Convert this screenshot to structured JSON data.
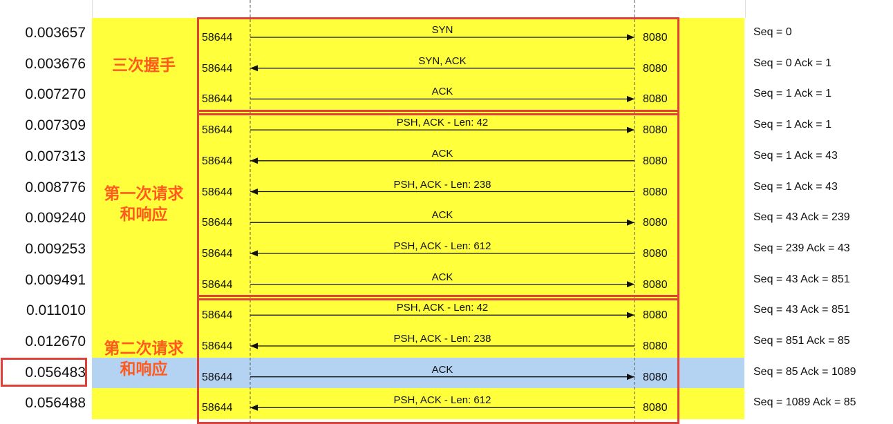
{
  "groups": [
    {
      "label_line1": "三次握手",
      "label_line2": "",
      "first_row": 0,
      "last_row": 2
    },
    {
      "label_line1": "第一次请求",
      "label_line2": "和响应",
      "first_row": 3,
      "last_row": 8
    },
    {
      "label_line1": "第二次请求",
      "label_line2": "和响应",
      "first_row": 9,
      "last_row": 12
    }
  ],
  "selected_row": 11,
  "rows": [
    {
      "time": "0.003657",
      "src_port": "58644",
      "dst_port": "8080",
      "label": "SYN",
      "direction": "right",
      "seq": "Seq = 0"
    },
    {
      "time": "0.003676",
      "src_port": "58644",
      "dst_port": "8080",
      "label": "SYN, ACK",
      "direction": "left",
      "seq": "Seq = 0 Ack = 1"
    },
    {
      "time": "0.007270",
      "src_port": "58644",
      "dst_port": "8080",
      "label": "ACK",
      "direction": "right",
      "seq": "Seq = 1 Ack = 1"
    },
    {
      "time": "0.007309",
      "src_port": "58644",
      "dst_port": "8080",
      "label": "PSH, ACK - Len: 42",
      "direction": "right",
      "seq": "Seq = 1 Ack = 1"
    },
    {
      "time": "0.007313",
      "src_port": "58644",
      "dst_port": "8080",
      "label": "ACK",
      "direction": "left",
      "seq": "Seq = 1 Ack = 43"
    },
    {
      "time": "0.008776",
      "src_port": "58644",
      "dst_port": "8080",
      "label": "PSH, ACK - Len: 238",
      "direction": "left",
      "seq": "Seq = 1 Ack = 43"
    },
    {
      "time": "0.009240",
      "src_port": "58644",
      "dst_port": "8080",
      "label": "ACK",
      "direction": "right",
      "seq": "Seq = 43 Ack = 239"
    },
    {
      "time": "0.009253",
      "src_port": "58644",
      "dst_port": "8080",
      "label": "PSH, ACK - Len: 612",
      "direction": "left",
      "seq": "Seq = 239 Ack = 43"
    },
    {
      "time": "0.009491",
      "src_port": "58644",
      "dst_port": "8080",
      "label": "ACK",
      "direction": "right",
      "seq": "Seq = 43 Ack = 851"
    },
    {
      "time": "0.011010",
      "src_port": "58644",
      "dst_port": "8080",
      "label": "PSH, ACK - Len: 42",
      "direction": "right",
      "seq": "Seq = 43 Ack = 851"
    },
    {
      "time": "0.012670",
      "src_port": "58644",
      "dst_port": "8080",
      "label": "PSH, ACK - Len: 238",
      "direction": "left",
      "seq": "Seq = 851 Ack = 85"
    },
    {
      "time": "0.056483",
      "src_port": "58644",
      "dst_port": "8080",
      "label": "ACK",
      "direction": "right",
      "seq": "Seq = 85 Ack = 1089"
    },
    {
      "time": "0.056488",
      "src_port": "58644",
      "dst_port": "8080",
      "label": "PSH, ACK - Len: 612",
      "direction": "left",
      "seq": "Seq = 1089 Ack = 85"
    }
  ],
  "colors": {
    "row_background": "#ffff3c",
    "selected_row_background": "#b4d2f2",
    "group_border": "#e04038",
    "group_label": "#ff5a1e"
  }
}
